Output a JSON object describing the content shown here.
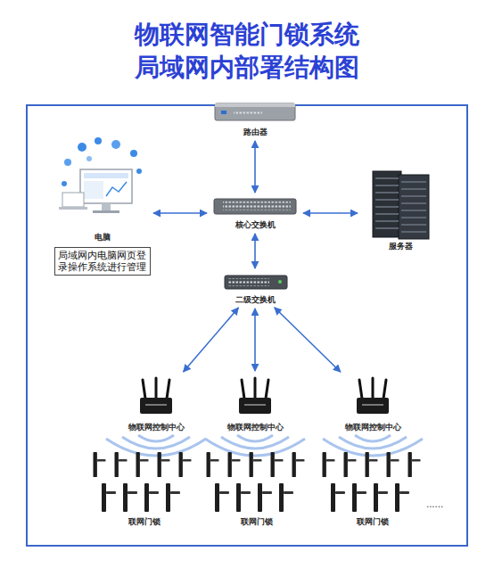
{
  "diagram": {
    "title": "物联网智能门锁系统 局域网内部署结构图",
    "nodes": [
      {
        "text": [
          "路由器"
        ]
      },
      {
        "text": [
          "电脑"
        ]
      },
      {
        "text": [
          "核心交换机"
        ]
      },
      {
        "text": [
          "服务器"
        ]
      },
      {
        "text": [
          "局域网内电脑网页登录操作系统进行管理"
        ]
      },
      {
        "text": [
          "二级交换机"
        ]
      },
      {
        "text": [
          "物联网控制中心"
        ]
      },
      {
        "text": [
          "物联网控制中心"
        ]
      },
      {
        "text": [
          "物联网控制中心"
        ]
      },
      {
        "text": [
          "联网门锁"
        ]
      },
      {
        "text": [
          "联网门锁"
        ]
      },
      {
        "text": [
          "联网门锁"
        ]
      }
    ],
    "edges": [
      {
        "from": 0,
        "to": 2,
        "arrow": "both"
      },
      {
        "from": 1,
        "to": 2,
        "arrow": "both"
      },
      {
        "from": 2,
        "to": 3,
        "arrow": "both"
      },
      {
        "from": 2,
        "to": 5,
        "arrow": "both"
      },
      {
        "from": 5,
        "to": 6,
        "arrow": "both"
      },
      {
        "from": 5,
        "to": 7,
        "arrow": "both"
      },
      {
        "from": 5,
        "to": 8,
        "arrow": "both"
      }
    ],
    "labels": [
      "......"
    ]
  }
}
